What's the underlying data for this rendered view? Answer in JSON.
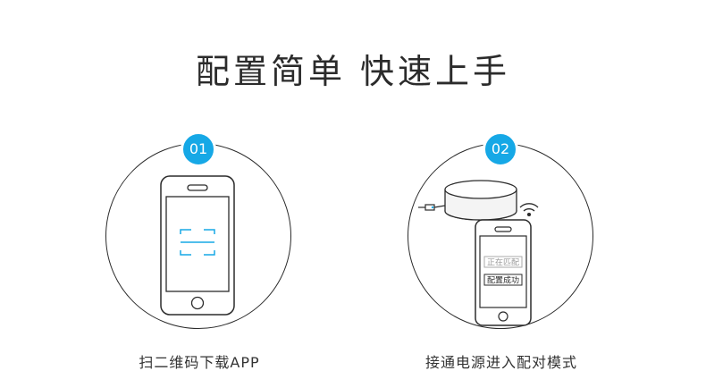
{
  "title": "配置简单 快速上手",
  "steps": [
    {
      "number": "01",
      "caption": "扫二维码下载APP"
    },
    {
      "number": "02",
      "caption": "接通电源进入配对模式",
      "screen_status": "正在匹配",
      "screen_success": "配置成功"
    }
  ],
  "colors": {
    "accent": "#16a8e6",
    "line": "#2b2b2b"
  }
}
